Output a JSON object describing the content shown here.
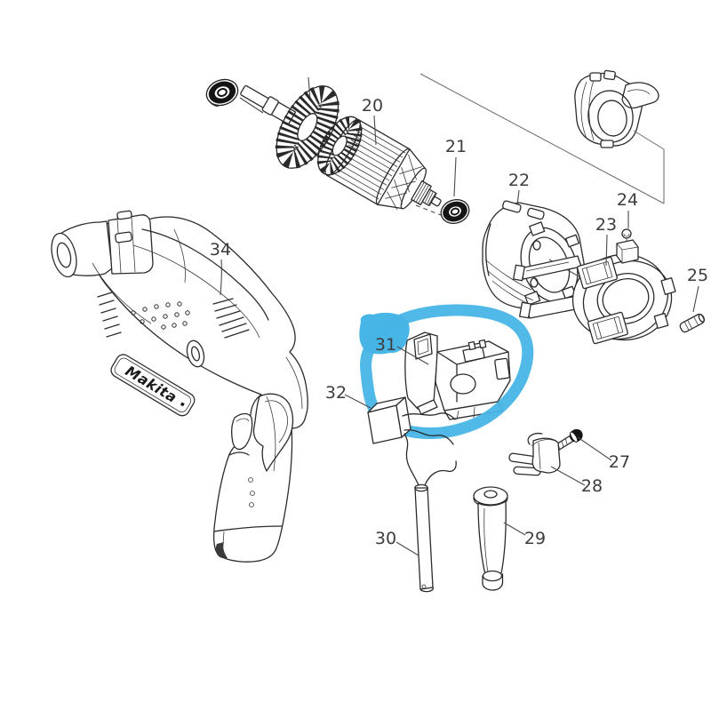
{
  "diagram": {
    "kind": "exploded-parts-diagram",
    "brand_logo": "Makita"
  },
  "highlight": {
    "color": "#47b5e6",
    "label": "31"
  },
  "parts": [
    {
      "name": "armature",
      "label": "20"
    },
    {
      "name": "ball-bearing",
      "label": "21"
    },
    {
      "name": "field-stator",
      "label": "22"
    },
    {
      "name": "brush-holder",
      "label": "23"
    },
    {
      "name": "carbon-brush",
      "label": "24"
    },
    {
      "name": "terminal",
      "label": "25"
    },
    {
      "name": "screw",
      "label": "27"
    },
    {
      "name": "cord-clip",
      "label": "28"
    },
    {
      "name": "cord-guard",
      "label": "29"
    },
    {
      "name": "power-cord",
      "label": "30"
    },
    {
      "name": "switch",
      "label": "31"
    },
    {
      "name": "capacitor",
      "label": "32"
    },
    {
      "name": "motor-housing",
      "label": "34"
    }
  ]
}
